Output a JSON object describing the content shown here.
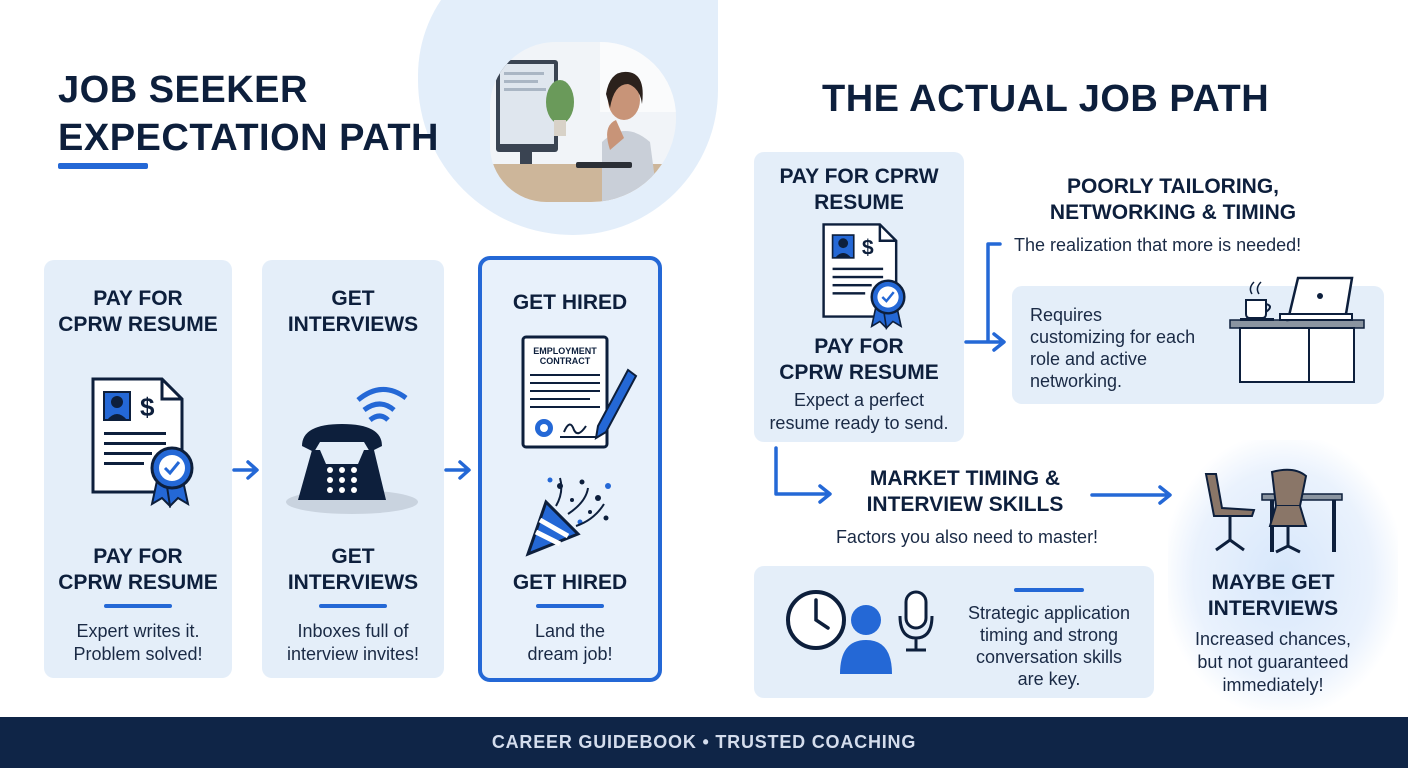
{
  "left": {
    "title_line1": "JOB SEEKER",
    "title_line2": "EXPECTATION PATH",
    "cards": [
      {
        "top_label": "PAY FOR\nCPRW RESUME",
        "bottom_label": "PAY FOR\nCPRW RESUME",
        "desc": "Expert writes it.\nProblem solved!"
      },
      {
        "top_label": "GET\nINTERVIEWS",
        "bottom_label": "GET\nINTERVIEWS",
        "desc": "Inboxes full of\ninterview invites!"
      },
      {
        "top_label": "GET HIRED",
        "bottom_label": "GET HIRED",
        "desc": "Land the\ndream job!",
        "contract_text": "EMPLOYMENT\nCONTRACT"
      }
    ]
  },
  "right": {
    "title": "THE ACTUAL JOB PATH",
    "resume_card": {
      "top_label": "PAY FOR CPRW\nRESUME",
      "bottom_label": "PAY FOR\nCPRW RESUME",
      "desc": "Expect a perfect\nresume ready to send."
    },
    "tailoring": {
      "heading": "POORLY TAILORING,\nNETWORKING & TIMING",
      "sub": "The realization that more is needed!",
      "box_text": "Requires\ncustomizing for each\nrole and active\nnetworking."
    },
    "timing": {
      "heading": "MARKET TIMING &\nINTERVIEW SKILLS",
      "sub": "Factors you also need to master!",
      "box_text": "Strategic application\ntiming and strong\nconversation skills\nare key."
    },
    "maybe": {
      "heading": "MAYBE GET\nINTERVIEWS",
      "desc": "Increased chances,\nbut not guaranteed\nimmediately!"
    }
  },
  "footer": {
    "text": "CAREER GUIDEBOOK • TRUSTED COACHING"
  },
  "colors": {
    "accent": "#2468d6",
    "navy": "#0d1f3c",
    "card": "#e4eef9",
    "footer": "#0f2547"
  }
}
